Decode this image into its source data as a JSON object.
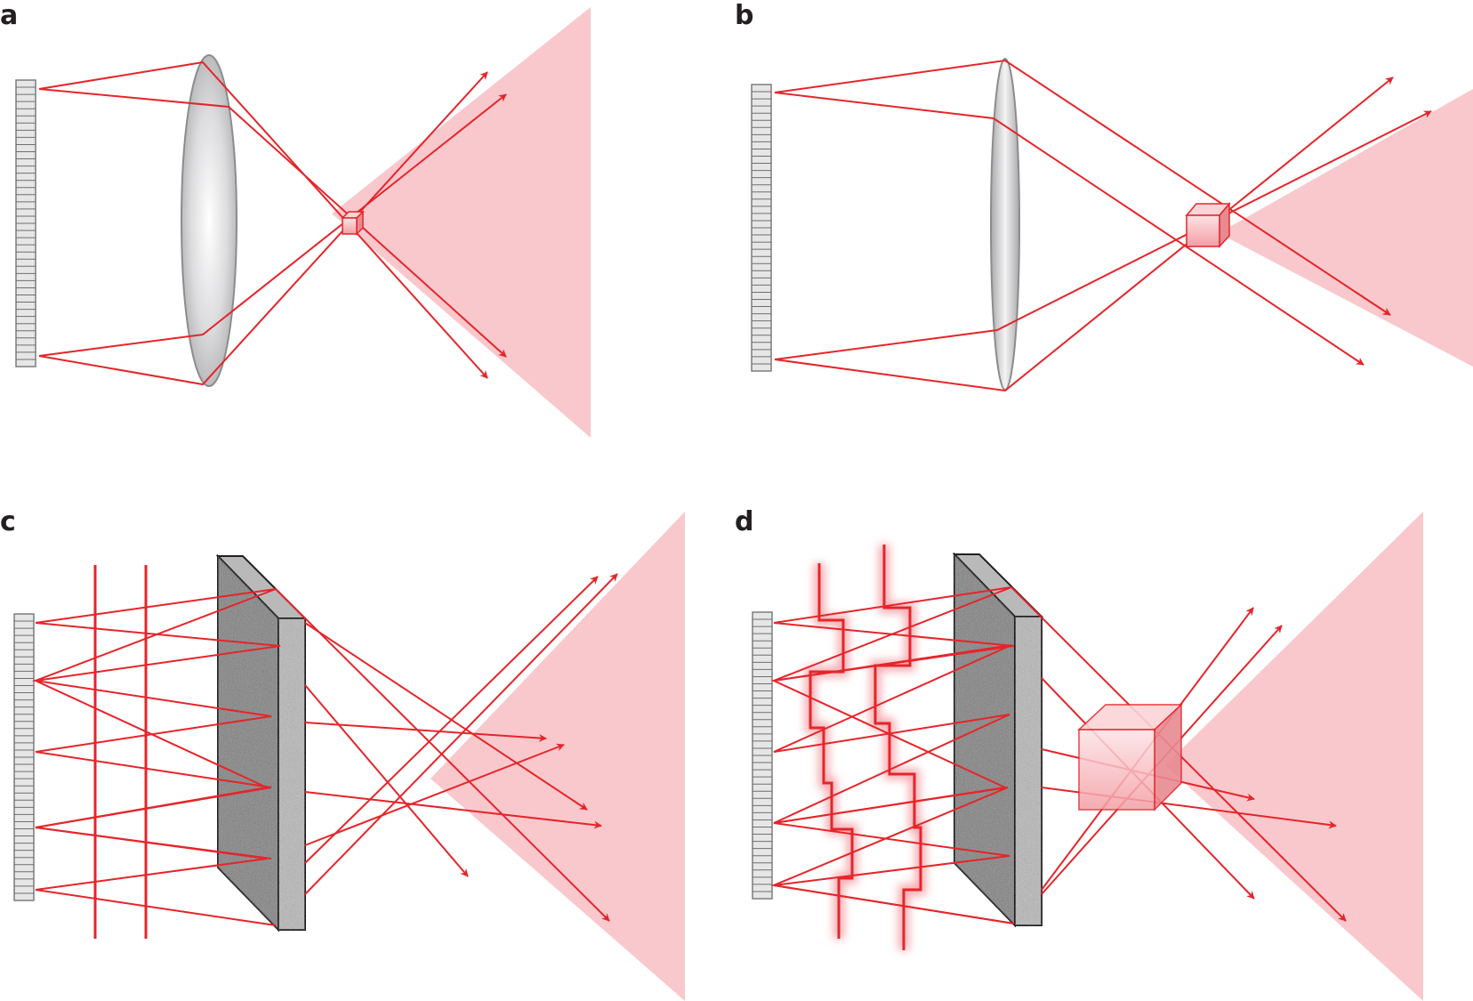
{
  "panels": [
    {
      "id": "a",
      "label": "a"
    },
    {
      "id": "b",
      "label": "b"
    },
    {
      "id": "c",
      "label": "c"
    },
    {
      "id": "d",
      "label": "d"
    }
  ],
  "colors": {
    "ray": "#e5252a",
    "cone": "#f9c8cc",
    "cube_face": "#f7b3b8",
    "lens_edge": "#8c8c8c",
    "panel_label": "#231f20"
  }
}
